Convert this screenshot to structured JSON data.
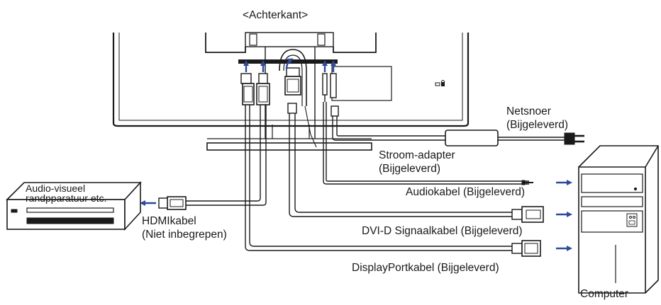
{
  "title": "<Achterkant>",
  "devices": {
    "av_equipment": "Audio-visueel\nrandpparatuur etc.",
    "computer": "Computer"
  },
  "cables": {
    "power_cord": "Netsnoer\n(Bijgeleverd)",
    "power_adapter": "Stroom-adapter\n(Bijgeleverd)",
    "audio": "Audiokabel (Bijgeleverd)",
    "hdmi": "HDMIkabel\n(Niet inbegrepen)",
    "dvi": "DVI-D Signaalkabel (Bijgeleverd)",
    "displayport": "DisplayPortkabel (Bijgeleverd)"
  },
  "colors": {
    "arrow": "#2d4a9a",
    "line": "#1a1a1a",
    "fill_dark": "#1a1a1a",
    "background": "#ffffff"
  }
}
